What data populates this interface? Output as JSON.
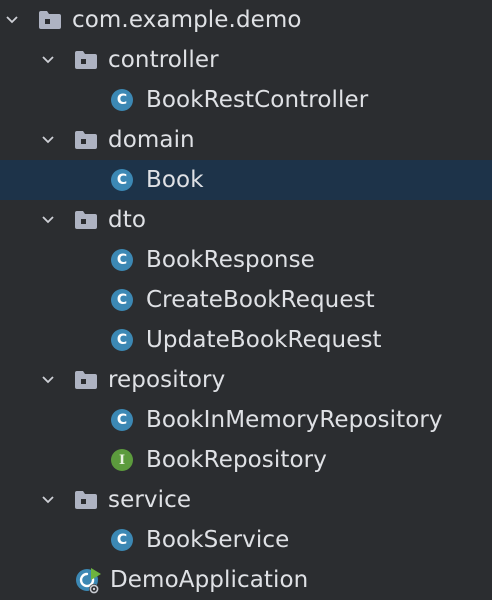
{
  "tree": {
    "root": {
      "label": "com.example.demo",
      "icon": "package-folder-icon",
      "expanded": true
    },
    "packages": {
      "controller": {
        "label": "controller",
        "icon": "package-folder-icon",
        "expanded": true
      },
      "domain": {
        "label": "domain",
        "icon": "package-folder-icon",
        "expanded": true
      },
      "dto": {
        "label": "dto",
        "icon": "package-folder-icon",
        "expanded": true
      },
      "repository": {
        "label": "repository",
        "icon": "package-folder-icon",
        "expanded": true
      },
      "service": {
        "label": "service",
        "icon": "package-folder-icon",
        "expanded": true
      }
    },
    "classes": {
      "book_rest_controller": {
        "label": "BookRestController",
        "badge": "C",
        "icon": "class-icon"
      },
      "book": {
        "label": "Book",
        "badge": "C",
        "icon": "class-icon",
        "selected": true
      },
      "book_response": {
        "label": "BookResponse",
        "badge": "C",
        "icon": "class-icon"
      },
      "create_book_request": {
        "label": "CreateBookRequest",
        "badge": "C",
        "icon": "class-icon"
      },
      "update_book_request": {
        "label": "UpdateBookRequest",
        "badge": "C",
        "icon": "class-icon"
      },
      "book_in_memory_repository": {
        "label": "BookInMemoryRepository",
        "badge": "C",
        "icon": "class-icon"
      },
      "book_repository": {
        "label": "BookRepository",
        "badge": "I",
        "icon": "interface-icon"
      },
      "book_service": {
        "label": "BookService",
        "badge": "C",
        "icon": "class-icon"
      },
      "demo_application": {
        "label": "DemoApplication",
        "icon": "spring-boot-application-icon"
      }
    }
  },
  "colors": {
    "background": "#2b2d30",
    "selection": "#1d3349",
    "text": "#dfe1e5",
    "class_badge": "#3c88b4",
    "interface_badge": "#5c9b3d",
    "spring_green": "#6db33f",
    "folder": "#aeb3c2"
  }
}
